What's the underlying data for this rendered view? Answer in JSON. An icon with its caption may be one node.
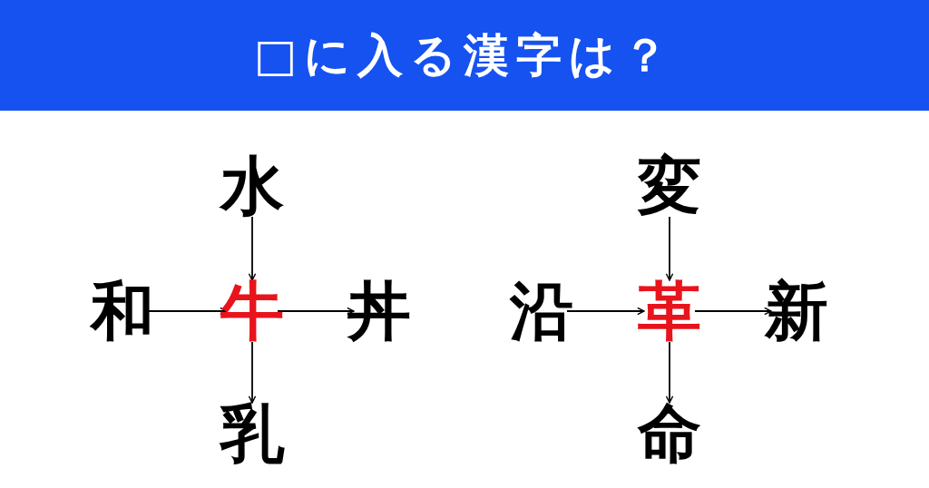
{
  "diagram": {
    "title": "□に入る漢字は？",
    "nodes": [
      {
        "text": [
          "水"
        ]
      },
      {
        "text": [
          "和"
        ]
      },
      {
        "text": [
          "牛"
        ]
      },
      {
        "text": [
          "丼"
        ]
      },
      {
        "text": [
          "乳"
        ]
      },
      {
        "text": [
          "変"
        ]
      },
      {
        "text": [
          "沿"
        ]
      },
      {
        "text": [
          "革"
        ]
      },
      {
        "text": [
          "新"
        ]
      },
      {
        "text": [
          "命"
        ]
      }
    ],
    "edges": [
      {
        "from": 0,
        "to": 2,
        "arrow": "to"
      },
      {
        "from": 1,
        "to": 2,
        "arrow": "to"
      },
      {
        "from": 2,
        "to": 3,
        "arrow": "to"
      },
      {
        "from": 2,
        "to": 4,
        "arrow": "to"
      },
      {
        "from": 5,
        "to": 7,
        "arrow": "to"
      },
      {
        "from": 6,
        "to": 7,
        "arrow": "to"
      },
      {
        "from": 7,
        "to": 8,
        "arrow": "to"
      },
      {
        "from": 7,
        "to": 9,
        "arrow": "to"
      }
    ]
  }
}
